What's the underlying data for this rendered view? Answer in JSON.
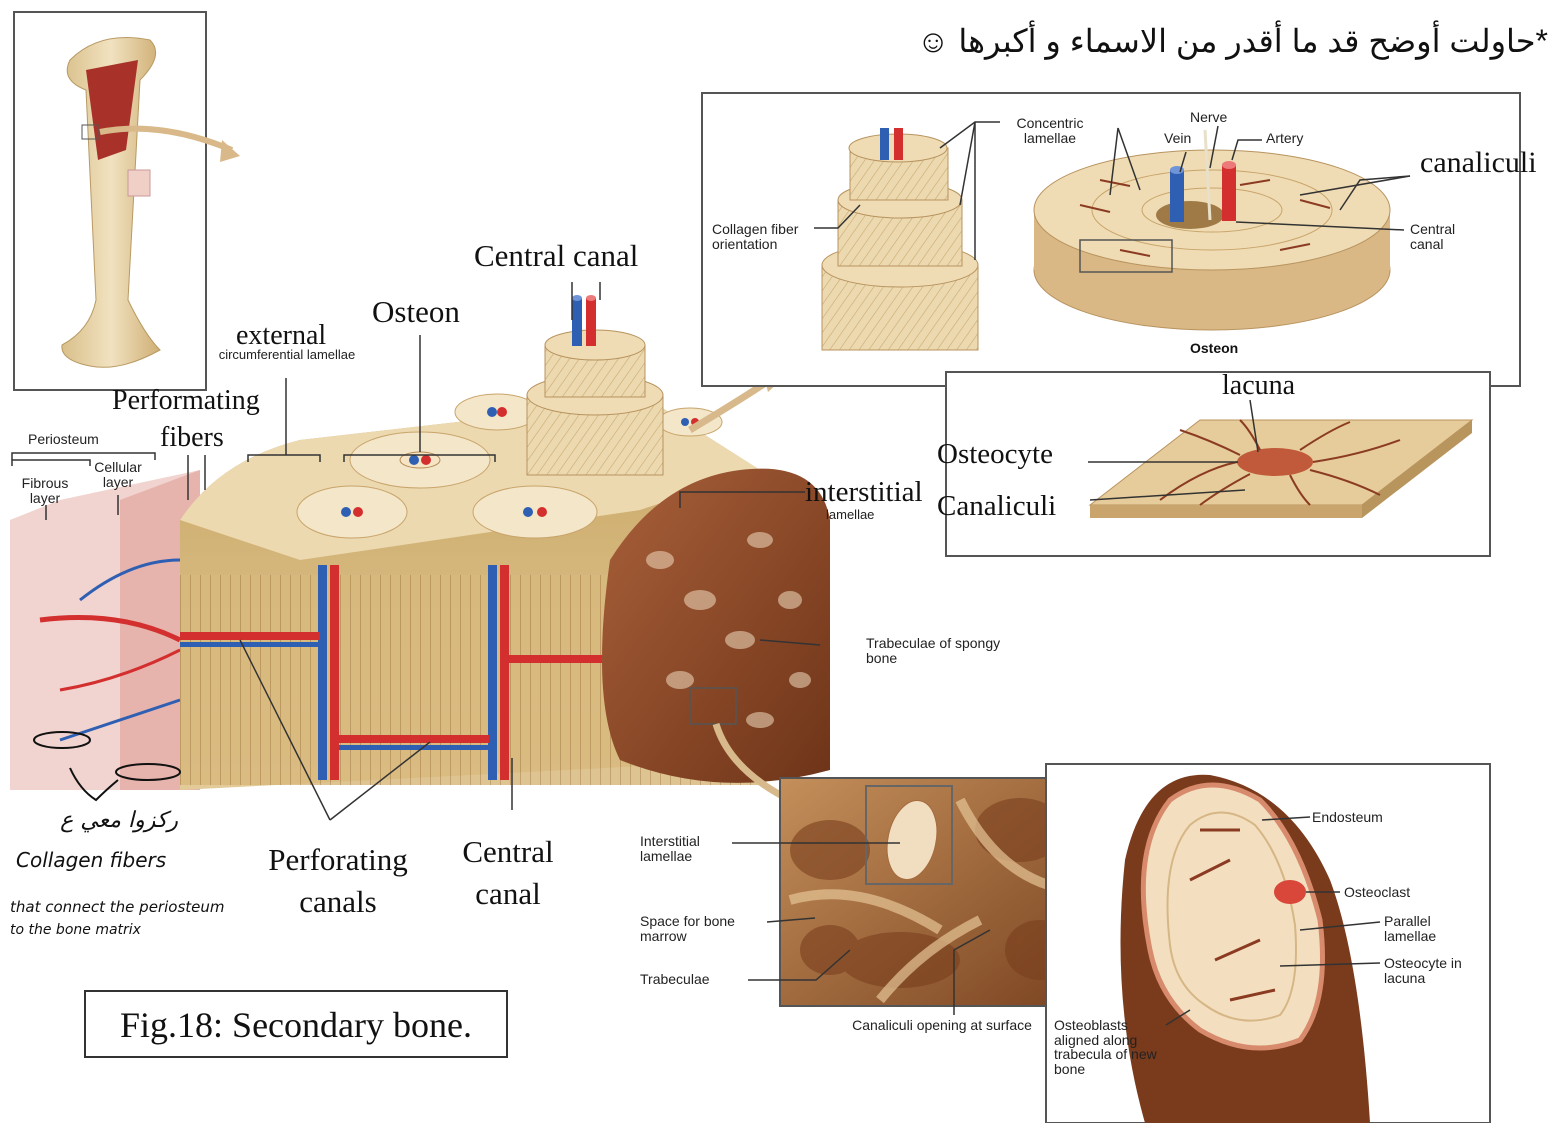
{
  "header_note": "*حاولت أوضح قد ما أقدر من الاسماء و أكبرها ☺",
  "caption": "Fig.18: Secondary bone.",
  "main_labels": {
    "central_canal_top": "Central canal",
    "osteon": "Osteon",
    "external": "external",
    "circumferential_lamellae": "circumferential lamellae",
    "performating": "Performating",
    "fibers": "fibers",
    "periosteum": "Periosteum",
    "cellular_layer": "Cellular layer",
    "fibrous_layer": "Fibrous layer",
    "interstitial": "interstitial",
    "interstitial_lamellae_small": "lamellae",
    "trabeculae_spongy": "Trabeculae of spongy bone",
    "perforating_canals_1": "Perforating",
    "perforating_canals_2": "canals",
    "central_canal_bottom_1": "Central",
    "central_canal_bottom_2": "canal"
  },
  "osteon_panel": {
    "concentric_lamellae": "Concentric lamellae",
    "nerve": "Nerve",
    "vein": "Vein",
    "artery": "Artery",
    "canaliculi_big": "canaliculi",
    "collagen_fiber_orientation": "Collagen fiber orientation",
    "central_canal": "Central canal",
    "osteon": "Osteon"
  },
  "lacuna_panel": {
    "lacuna": "lacuna",
    "osteocyte": "Osteocyte",
    "canaliculi": "Canaliculi"
  },
  "spongy_panel": {
    "interstitial_lamellae": "Interstitial lamellae",
    "space_for_bone_marrow": "Space for bone marrow",
    "trabeculae": "Trabeculae",
    "canaliculi_opening": "Canaliculi opening at surface"
  },
  "trabecula_panel": {
    "endosteum": "Endosteum",
    "osteoclast": "Osteoclast",
    "parallel_lamellae": "Parallel lamellae",
    "osteocyte_in_lacuna": "Osteocyte in lacuna",
    "osteoblasts": "Osteoblasts aligned along trabecula of new bone"
  },
  "handwritten": {
    "arabic": "ركزوا معي ع",
    "line1": "Collagen fibers",
    "line2": "that connect the periosteum",
    "line3": "to the bone matrix"
  },
  "colors": {
    "bone": "#e8d3a6",
    "bone_dark": "#c9a86a",
    "artery": "#d32f2f",
    "vein": "#2f5fb3",
    "spongy": "#8a4a26",
    "trabecula": "#7a3a1c",
    "periosteum": "#e9b9b3"
  }
}
